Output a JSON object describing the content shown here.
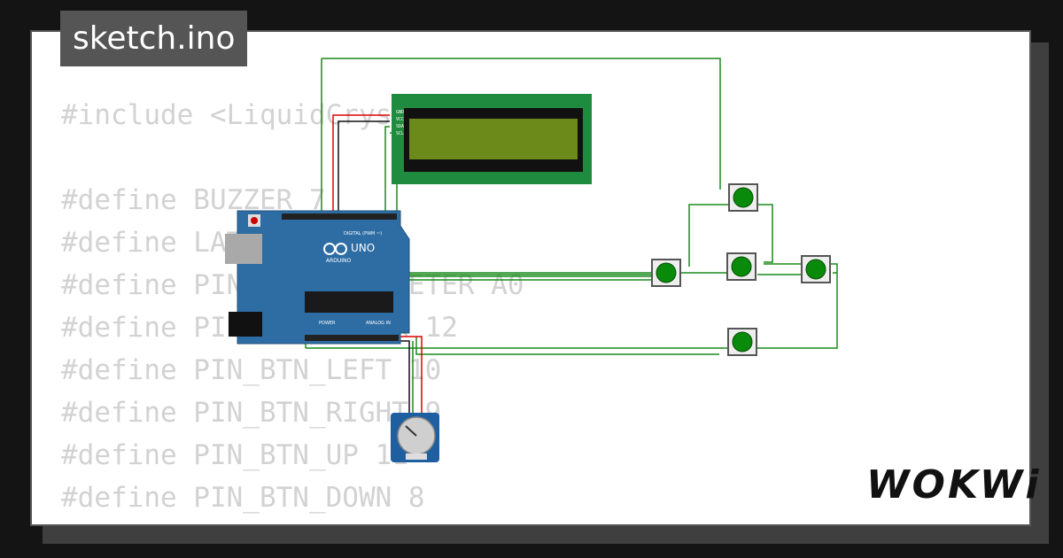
{
  "file_tab": {
    "label": "sketch.ino"
  },
  "code_lines": [
    "#include <LiquidCrystal_I2C.h>",
    "",
    "#define BUZZER 7",
    "#define LATCH_PIN 13",
    "#define PIN_POTENTIOMETER A0",
    "#define PIN_BTN_ENTER 12",
    "#define PIN_BTN_LEFT 10",
    "#define PIN_BTN_RIGHT 9",
    "#define PIN_BTN_UP 11",
    "#define PIN_BTN_DOWN 8"
  ],
  "arduino": {
    "name": "UNO",
    "brand": "ARDUINO",
    "digital_header": "DIGITAL (PWM ~)",
    "analog_header": "ANALOG IN",
    "power_header": "POWER"
  },
  "lcd": {
    "pin_labels": [
      "GND",
      "VCC",
      "SDA",
      "SCL"
    ]
  },
  "brand_logo": {
    "text": "WOKWi"
  },
  "colors": {
    "wire_green": "#1b8a1b",
    "wire_red": "#e00000",
    "wire_black": "#111111",
    "board_blue": "#2e6da4",
    "lcd_green": "#1e8b3e",
    "button_green": "#0a8a0a"
  }
}
